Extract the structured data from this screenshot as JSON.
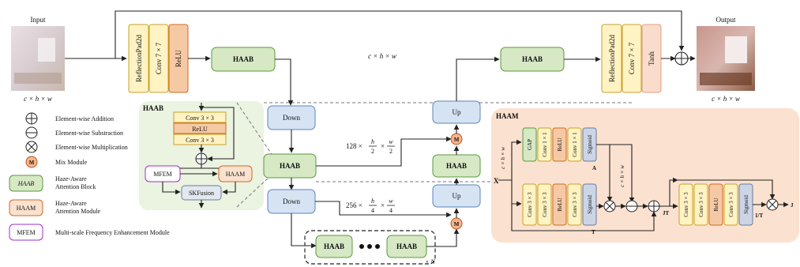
{
  "input": {
    "title": "Input",
    "dim": "c × h × w"
  },
  "output": {
    "title": "Output",
    "dim": "c × h × w"
  },
  "stem": {
    "pad": "ReflectionPad2d",
    "conv": "Conv 7 × 7",
    "relu": "ReLU"
  },
  "tail": {
    "pad": "ReflectionPad2d",
    "conv": "Conv 7 × 7",
    "tanh": "Tanh"
  },
  "blocks": {
    "haab": "HAAB",
    "down": "Down",
    "up": "Up",
    "mix": "M",
    "repeat": "× N"
  },
  "dims": {
    "top": "c × h × w",
    "mid": "128 × h/2 × w/2",
    "low": "256 × h/4 × w/4"
  },
  "legend": {
    "add": "Element-wise Addition",
    "sub": "Element-wise Substraction",
    "mul": "Element-wise Multiplication",
    "mix": "Mix Module",
    "haab_short": "HAAB",
    "haab_desc1": "Haze-Aware",
    "haab_desc2": "Attention Block",
    "haam_short": "HAAM",
    "haam_desc1": "Haze-Aware",
    "haam_desc2": "Attention Module",
    "mfem_short": "MFEM",
    "mfem_desc": "Multi-scale Frequency Enhancement Module"
  },
  "haab_detail": {
    "title": "HAAB",
    "conv1": "Conv 3 × 3",
    "relu": "ReLU",
    "conv2": "Conv 3 × 3",
    "mfem": "MFEM",
    "haam": "HAAM",
    "skf": "SKFusion"
  },
  "haam_detail": {
    "title": "HAAM",
    "x_label": "X",
    "x_dim": "c × h × w",
    "gap": "GAP",
    "conv1": "Conv 1 × 1",
    "relu": "ReLU",
    "conv2": "Conv 1 × 1",
    "sigmoid": "Sigmoid",
    "a_label": "A",
    "mid_dim": "c × h × w",
    "t_label": "T",
    "jt_label": "JT",
    "invt_label": "1/T",
    "j_label": "J",
    "conv3": "Conv 3 × 3",
    "conv33": "Conv 3 × 3",
    "relu3": "ReLU",
    "conv3b": "Conv 3 × 3",
    "sig3": "Sigmoid",
    "convr": "Conv 3 × 3",
    "convr2": "Conv 3 × 3",
    "relur": "ReLU",
    "convr3": "Conv 3 × 3",
    "sigr": "Sigmoid"
  },
  "colors": {
    "haab_fill": "#d6e8c4",
    "haab_stroke": "#5b9a3c",
    "conv_fill": "#fff3c4",
    "conv_stroke": "#c9a227",
    "relu_fill": "#f6c9a5",
    "relu_stroke": "#d2691e",
    "updown_fill": "#d5e3f3",
    "updown_stroke": "#5b84b8",
    "sigmoid_fill": "#cbd5e6",
    "sigmoid_stroke": "#6a7c9c",
    "mfem_stroke": "#9b30c8",
    "mix_fill": "#f6b48a",
    "haam_panel": "#fbe1cf",
    "haab_panel": "#ebf3e1",
    "tanh_fill": "#f9dccb"
  }
}
